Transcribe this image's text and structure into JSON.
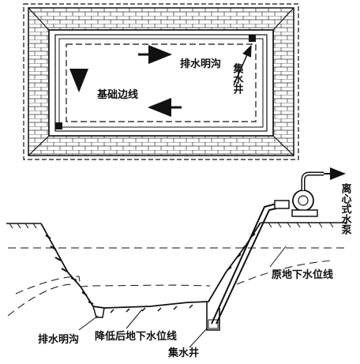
{
  "plan": {
    "ditch_label": "排水明沟",
    "sump_label": "集水井",
    "foundation_label": "基础边线"
  },
  "section": {
    "pump_label": "离心式水泵",
    "original_water_table_label": "原地下水位线",
    "ditch_label": "排水明沟",
    "lowered_water_table_label": "降低后地下水位线",
    "sump_label": "集水井"
  }
}
